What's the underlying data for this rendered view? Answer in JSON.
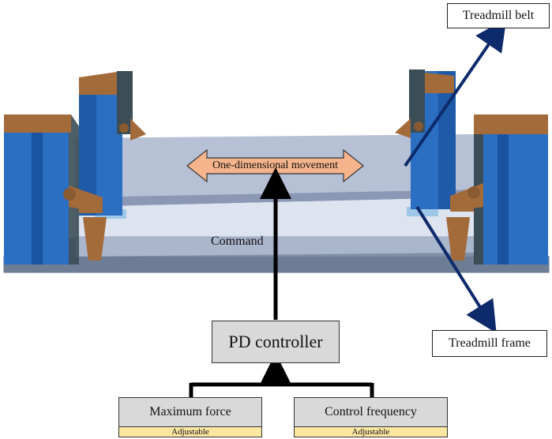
{
  "labels": {
    "treadmill_belt": "Treadmill belt",
    "treadmill_frame": "Treadmill frame",
    "movement": "One-dimensional movement",
    "command": "Command",
    "controller": "PD controller",
    "max_force": "Maximum force",
    "control_frequency": "Control frequency",
    "adjustable_1": "Adjustable",
    "adjustable_2": "Adjustable"
  },
  "colors": {
    "pillar_blue": "#2a6fc2",
    "bracket_brown": "#a36a3a",
    "belt_gray": "#aab5cc",
    "arrow_navy": "#0d2a6b",
    "movement_fill": "#f5b48c",
    "tag_yellow": "#fbe6a2",
    "box_gray": "#d9d9d9"
  }
}
